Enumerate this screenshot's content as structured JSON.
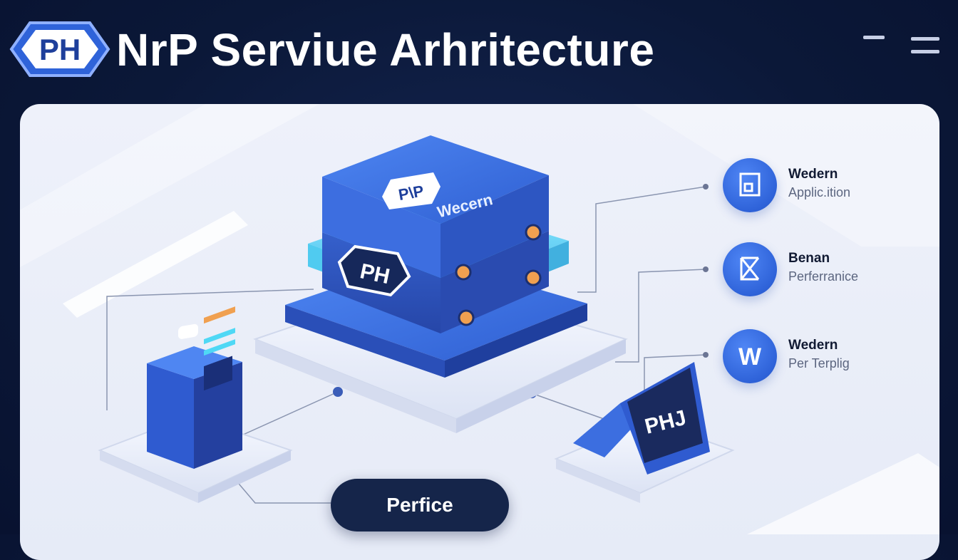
{
  "header": {
    "logo_text": "PH",
    "title": "NrP Serviue Arhritecture"
  },
  "diagram": {
    "main_server": {
      "top_logo": "P\\P",
      "top_label": "Wecern",
      "side_logo": "PH"
    },
    "laptop_screen_text": "PHJ",
    "legend": [
      {
        "title": "Wedern",
        "subtitle": "Applic.ition",
        "icon": "window-icon"
      },
      {
        "title": "Benan",
        "subtitle": "Perferranice",
        "icon": "checkbox-cross-icon"
      },
      {
        "title": "Wedern",
        "subtitle": "Per Terplig",
        "icon": "w-letter-icon",
        "glyph": "W"
      }
    ],
    "bottom_button": "Perfice"
  },
  "colors": {
    "background": "#0b1838",
    "accent_blue": "#3b6ee0",
    "cyan_glow": "#4fd8f5",
    "orange_led": "#f0a050",
    "dark_button": "#15254a"
  }
}
